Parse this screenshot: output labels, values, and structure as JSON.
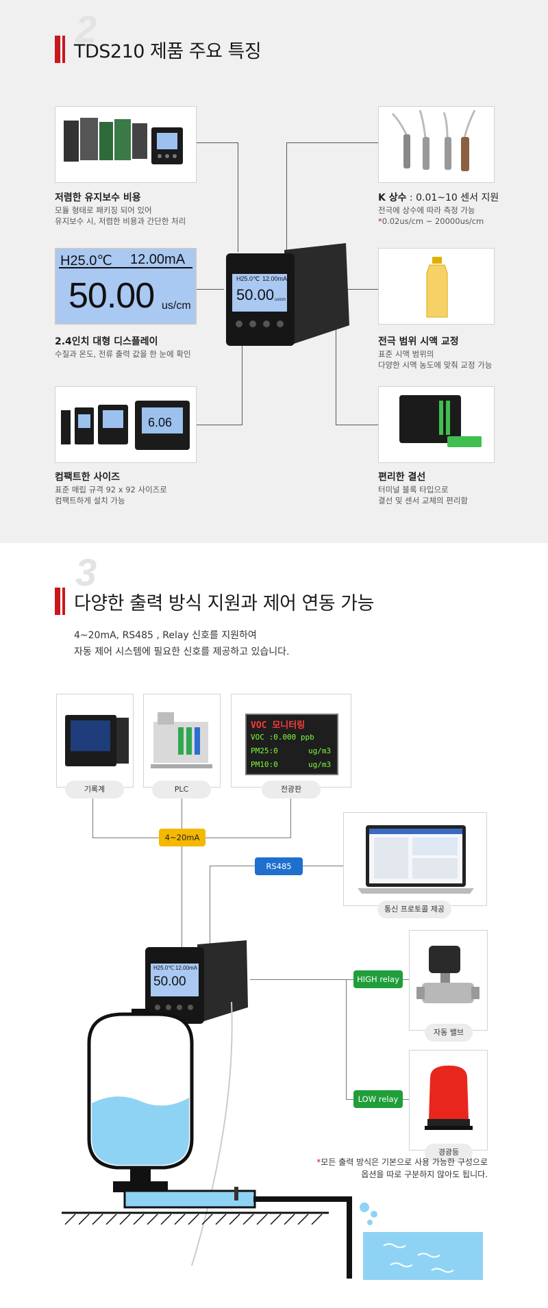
{
  "section1": {
    "number": "2",
    "title": "TDS210 제품 주요 특징",
    "features": {
      "maintenance": {
        "title": "저렴한 유지보수 비용",
        "desc1": "모듈 형태로 패키징 되어 있어",
        "desc2": "유지보수 시, 저렴한 비용과 간단한 처리"
      },
      "display": {
        "title": "2.4인치 대형 디스플레이",
        "desc1": "수질과 온도, 전류 출력 값을 한 눈에 확인"
      },
      "compact": {
        "title": "컴팩트한 사이즈",
        "desc1": "표준 매립 규격 92 x 92 사이즈로",
        "desc2": "컴팩트하게 설치 가능"
      },
      "kconst": {
        "title_bold": "K 상수",
        "title_rest": " : 0.01~10 센서 지원",
        "desc1": "전극에 상수에 따라 측정 가능",
        "desc2_star": "*",
        "desc2": "0.02us/cm ~ 20000us/cm"
      },
      "calib": {
        "title": "전극 범위 시액 교정",
        "desc1": "표준 시액 범위의",
        "desc2": "다양한 시액 농도에 맞춰 교정 가능"
      },
      "wiring": {
        "title": "편리한 결선",
        "desc1": "터미널 블록 타입으로",
        "desc2": "결선 및 센서 교체의 편리함"
      }
    },
    "lcd": {
      "top_left": "H25.0℃",
      "top_right": "12.00mA",
      "value": "50.00",
      "unit": "us/cm"
    },
    "device_lcd": {
      "top_left": "H25.0℃",
      "top_right": "12.00mA",
      "value": "50.00",
      "unit": "us/cm"
    },
    "compact_lcd": {
      "value": "6.06"
    }
  },
  "section2": {
    "number": "3",
    "title": "다양한 출력 방식 지원과 제어 연동 가능",
    "intro1": "4~20mA, RS485 , Relay 신호를 지원하여",
    "intro2": "자동 제어 시스템에 필요한 신호를 제공하고 있습니다.",
    "labels": {
      "recorder": "기록계",
      "plc": "PLC",
      "board": "전광판",
      "protocol": "통신 프로토콜 제공",
      "valve": "자동 밸브",
      "lamp": "경광등"
    },
    "board_lines": {
      "line1a": "VOC",
      "line1b": "모니터링",
      "line2": "VOC :0.000 ppb",
      "line3a": "PM25:0",
      "line3b": "ug/m3",
      "line4a": "PM10:0",
      "line4b": "ug/m3"
    },
    "tags": {
      "ma": "4~20mA",
      "rs485": "RS485",
      "high": "HIGH relay",
      "low": "LOW relay"
    },
    "device_lcd": {
      "top_left": "H25.0℃",
      "top_right": "12.00mA",
      "value": "50.00"
    },
    "note_star": "*",
    "note1": "모든 출력 방식은 기본으로 사용 가능한 구성으로",
    "note2": "옵션을 따로 구분하지 않아도 됩니다."
  },
  "colors": {
    "accent_red": "#c8161d",
    "tag_yellow": "#f4b800",
    "tag_blue": "#1f6fcf",
    "tag_green": "#1f9e3a",
    "lcd_blue": "#a9c8f2",
    "water": "#8fd3f4"
  }
}
